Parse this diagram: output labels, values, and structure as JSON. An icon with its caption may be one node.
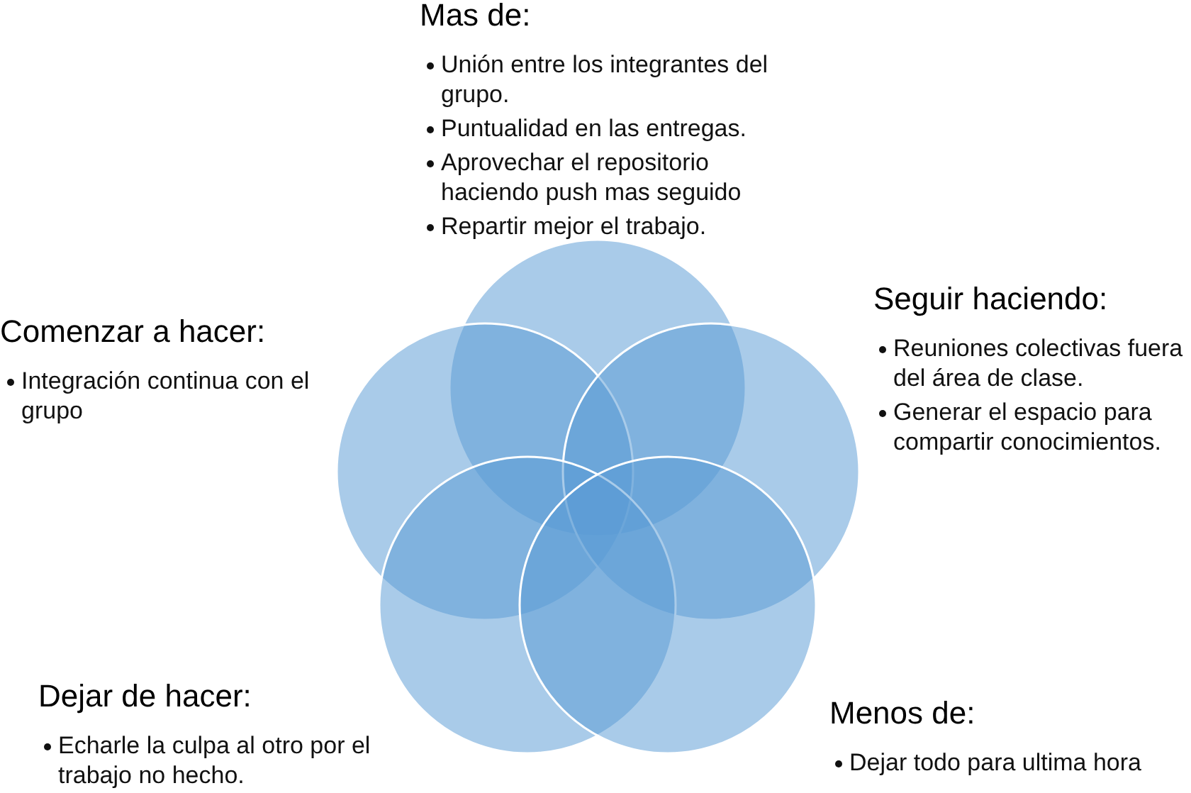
{
  "diagram": {
    "nodes": [
      {
        "text": [],
        "shape": "circle",
        "beside": [
          "Mas de:",
          "Unión entre los integrantes del grupo.",
          "Puntualidad en las entregas.",
          "Aprovechar el repositorio haciendo push mas seguido",
          "Repartir mejor el trabajo."
        ]
      },
      {
        "text": [],
        "shape": "circle",
        "beside": [
          "Comenzar a hacer:",
          "Integración continua con el grupo"
        ]
      },
      {
        "text": [],
        "shape": "circle",
        "beside": [
          "Seguir haciendo:",
          "Reuniones colectivas fuera del área de clase.",
          "Generar el espacio para compartir conocimientos."
        ]
      },
      {
        "text": [],
        "shape": "circle",
        "beside": [
          "Dejar de hacer:",
          "Echarle la culpa al otro por el trabajo no hecho."
        ]
      },
      {
        "text": [],
        "shape": "circle",
        "beside": [
          "Menos de:",
          "Dejar todo para ultima hora"
        ]
      }
    ],
    "edges": []
  }
}
